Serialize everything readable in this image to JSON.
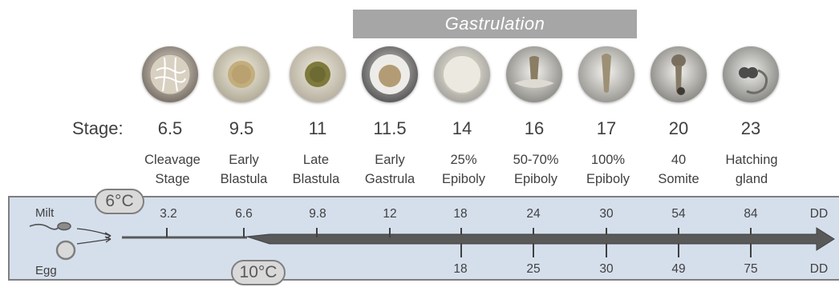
{
  "banner": {
    "label": "Gastrulation"
  },
  "stage_label": "Stage:",
  "stages": [
    {
      "stage": "6.5",
      "desc_line1": "Cleavage",
      "desc_line2": "Stage",
      "dd_6c": "3.2",
      "dd_10c": ""
    },
    {
      "stage": "9.5",
      "desc_line1": "Early",
      "desc_line2": "Blastula",
      "dd_6c": "6.6",
      "dd_10c": ""
    },
    {
      "stage": "11",
      "desc_line1": "Late",
      "desc_line2": "Blastula",
      "dd_6c": "9.8",
      "dd_10c": ""
    },
    {
      "stage": "11.5",
      "desc_line1": "Early",
      "desc_line2": "Gastrula",
      "dd_6c": "12",
      "dd_10c": ""
    },
    {
      "stage": "14",
      "desc_line1": "25%",
      "desc_line2": "Epiboly",
      "dd_6c": "18",
      "dd_10c": "18"
    },
    {
      "stage": "16",
      "desc_line1": "50-70%",
      "desc_line2": "Epiboly",
      "dd_6c": "24",
      "dd_10c": "25"
    },
    {
      "stage": "17",
      "desc_line1": "100%",
      "desc_line2": "Epiboly",
      "dd_6c": "30",
      "dd_10c": "30"
    },
    {
      "stage": "20",
      "desc_line1": "40",
      "desc_line2": "Somite",
      "dd_6c": "54",
      "dd_10c": "49"
    },
    {
      "stage": "23",
      "desc_line1": "Hatching",
      "desc_line2": "gland",
      "dd_6c": "84",
      "dd_10c": "75"
    }
  ],
  "timeline": {
    "temp_low": "6°C",
    "temp_high": "10°C",
    "milt_label": "Milt",
    "egg_label": "Egg",
    "unit_top": "DD",
    "unit_bottom": "DD"
  },
  "colors": {
    "banner": "#a6a6a6",
    "timeline_bg": "#d5dfec",
    "arrow": "#595959",
    "text": "#404040"
  }
}
